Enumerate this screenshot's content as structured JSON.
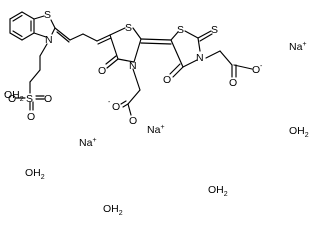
{
  "atoms": {
    "s_benzothiazole": "S",
    "n_benzothiazole": "N",
    "s_sulfonate": "S",
    "o_sulfonate_top": "O",
    "o_sulfonate_bottom": "O",
    "o_sulfonate_left": "O",
    "s_thiazolidine": "S",
    "o_thiazolidine_carbonyl": "O",
    "n_thiazolidine": "N",
    "o_acetate1_carbonyl": "O",
    "o_acetate1_anion": "O",
    "s_rhodanine_ring": "S",
    "s_thioxo": "S",
    "n_rhodanine": "N",
    "o_rhodanine_carbonyl": "O",
    "o_acetate2_carbonyl": "O",
    "o_acetate2_anion": "O"
  },
  "charges": {
    "sulfonate_minus": "-",
    "acetate1_minus": "-",
    "acetate2_minus": "-"
  },
  "counterions": [
    {
      "symbol": "Na",
      "charge": "+"
    },
    {
      "symbol": "Na",
      "charge": "+"
    },
    {
      "symbol": "Na",
      "charge": "+"
    }
  ],
  "waters": [
    {
      "element": "OH",
      "count": "2"
    },
    {
      "element": "OH",
      "count": "2"
    },
    {
      "element": "OH",
      "count": "2"
    },
    {
      "element": "OH",
      "count": "2"
    },
    {
      "element": "OH",
      "count": "2"
    }
  ]
}
